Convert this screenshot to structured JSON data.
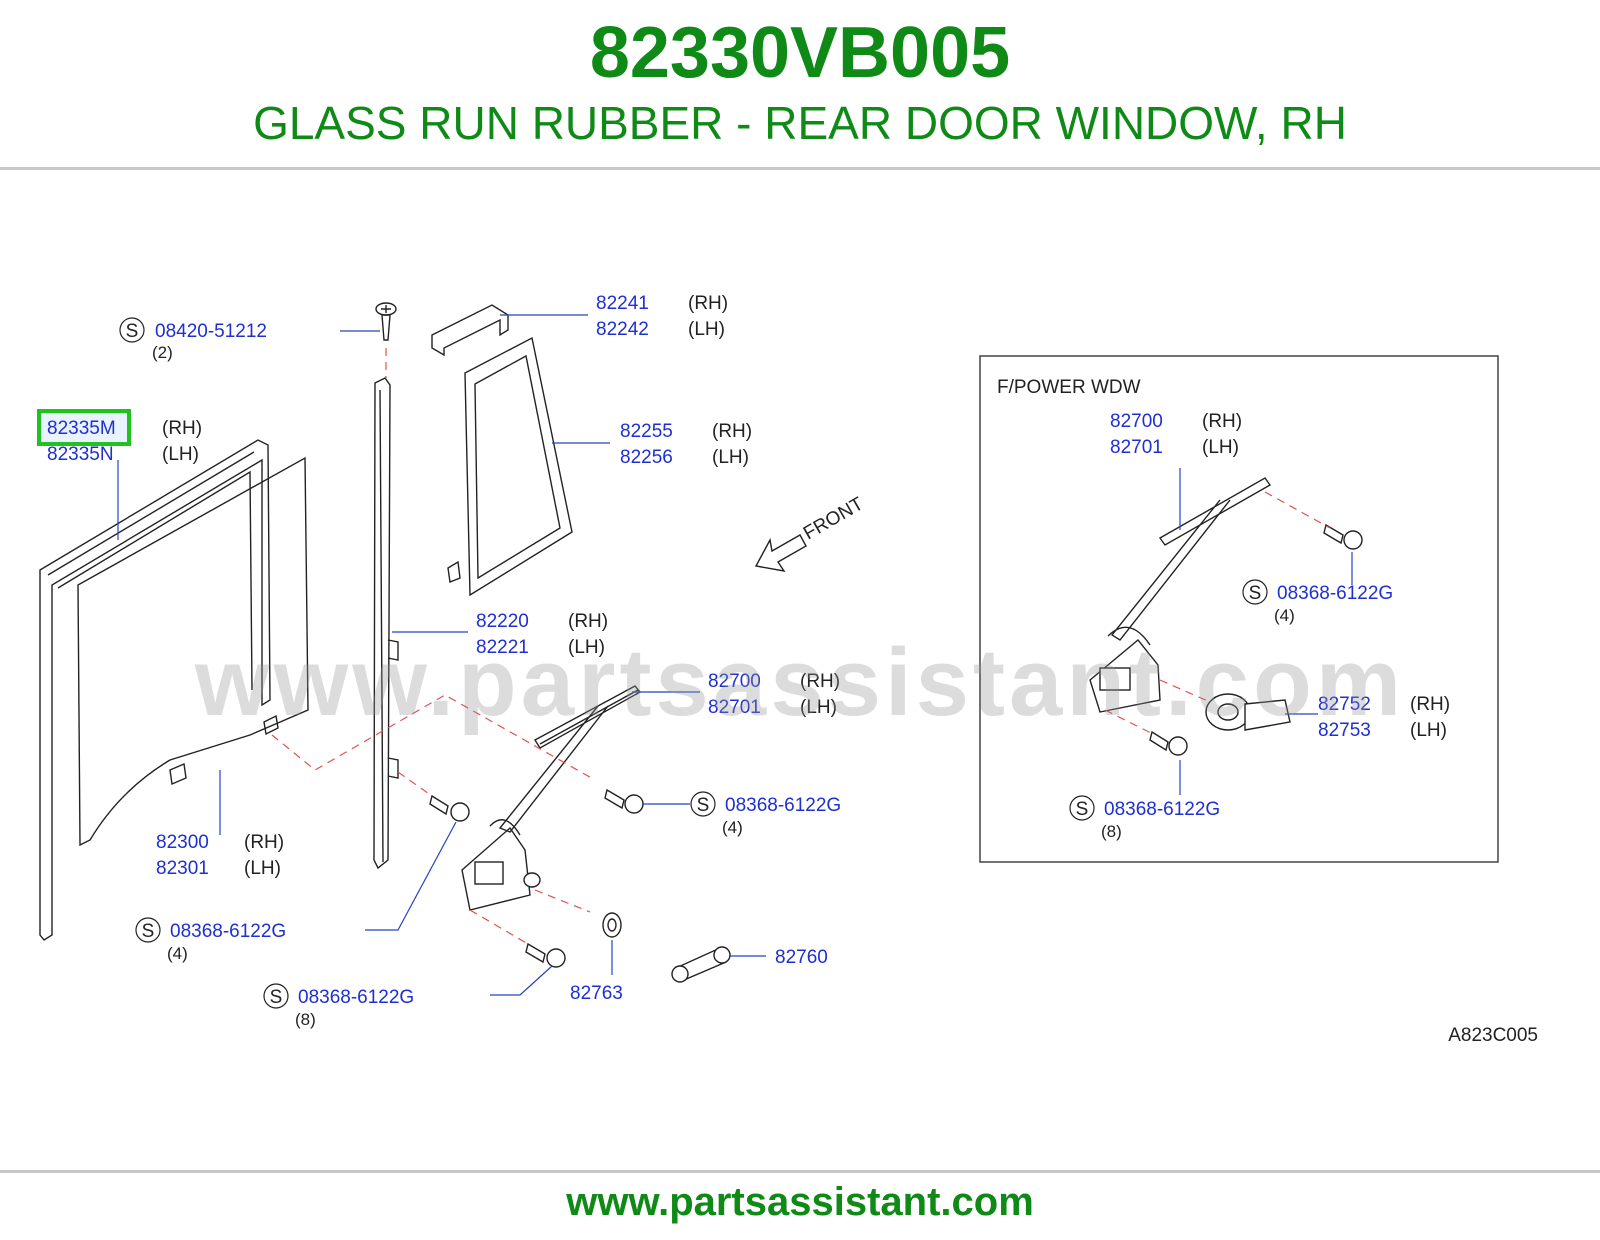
{
  "header": {
    "part_number": "82330VB005",
    "description": "GLASS RUN RUBBER - REAR DOOR WINDOW, RH"
  },
  "footer": {
    "url": "www.partsassistant.com"
  },
  "watermark": "www.partsassistant.com",
  "diagram_code": "A823C005",
  "colors": {
    "brand_green": "#0f8a17",
    "part_number_blue": "#1f2fd1",
    "highlight_green": "#1fc21f",
    "dash_red": "#e05050"
  },
  "callouts": {
    "screw_top": {
      "badge": "S",
      "pn": "08420-51212",
      "qty": "(2)"
    },
    "sash_top": {
      "pn_rh": "82241",
      "rh": "(RH)",
      "pn_lh": "82242",
      "lh": "(LH)"
    },
    "glass_run": {
      "pn_rh": "82335M",
      "rh": "(RH)",
      "pn_lh": "82335N",
      "lh": "(LH)"
    },
    "quarter_glass": {
      "pn_rh": "82255",
      "rh": "(RH)",
      "pn_lh": "82256",
      "lh": "(LH)"
    },
    "front_label": "FRONT",
    "channel": {
      "pn_rh": "82220",
      "rh": "(RH)",
      "pn_lh": "82221",
      "lh": "(LH)"
    },
    "regulator": {
      "pn_rh": "82700",
      "rh": "(RH)",
      "pn_lh": "82701",
      "lh": "(LH)"
    },
    "bolt_reg": {
      "badge": "S",
      "pn": "08368-6122G",
      "qty": "(4)"
    },
    "door_glass": {
      "pn_rh": "82300",
      "rh": "(RH)",
      "pn_lh": "82301",
      "lh": "(LH)"
    },
    "bolt_channel": {
      "badge": "S",
      "pn": "08368-6122G",
      "qty": "(4)"
    },
    "bolt_lower": {
      "badge": "S",
      "pn": "08368-6122G",
      "qty": "(8)"
    },
    "washer": {
      "pn": "82763"
    },
    "handle": {
      "pn": "82760"
    }
  },
  "inset": {
    "title": "F/POWER   WDW",
    "regulator": {
      "pn_rh": "82700",
      "rh": "(RH)",
      "pn_lh": "82701",
      "lh": "(LH)"
    },
    "bolt_top": {
      "badge": "S",
      "pn": "08368-6122G",
      "qty": "(4)"
    },
    "motor": {
      "pn_rh": "82752",
      "rh": "(RH)",
      "pn_lh": "82753",
      "lh": "(LH)"
    },
    "bolt_bottom": {
      "badge": "S",
      "pn": "08368-6122G",
      "qty": "(8)"
    }
  }
}
